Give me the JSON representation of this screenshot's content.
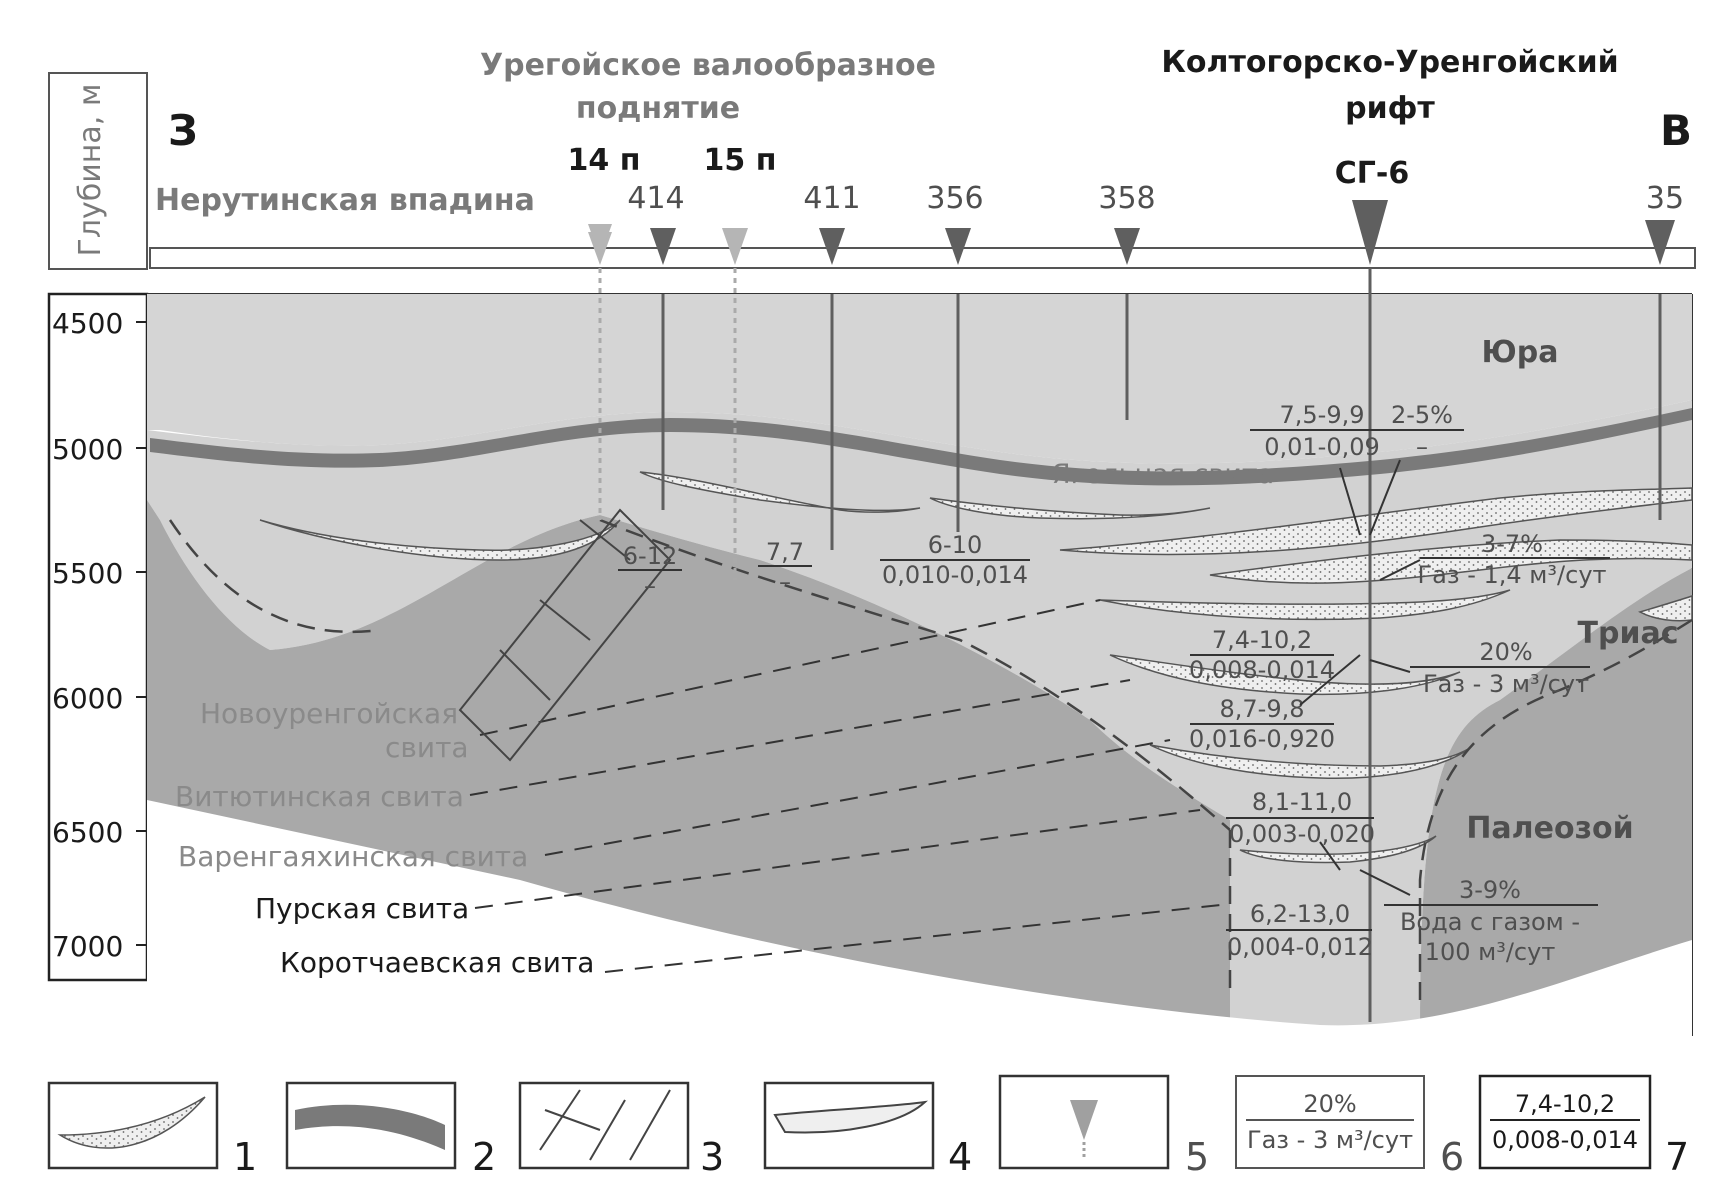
{
  "header": {
    "left_region": "Урегойское валообразное",
    "left_region_line2": "поднятие",
    "right_region": "Колтогорско-Уренгойский",
    "right_region_line2": "рифт",
    "west_letter": "З",
    "east_letter": "В",
    "left_depression": "Нерутинская впадина",
    "depth_axis_label": "Глубина, м"
  },
  "wells": [
    {
      "id": "14p",
      "label": "14 п"
    },
    {
      "id": "15p",
      "label": "15 п"
    },
    {
      "id": "414",
      "label": "414"
    },
    {
      "id": "411",
      "label": "411"
    },
    {
      "id": "356",
      "label": "356"
    },
    {
      "id": "358",
      "label": "358"
    },
    {
      "id": "sg6",
      "label": "СГ-6"
    },
    {
      "id": "35",
      "label": "35"
    }
  ],
  "depth_ticks": [
    "4500",
    "5000",
    "5500",
    "6000",
    "6500",
    "7000"
  ],
  "ages": {
    "jura": "Юра",
    "trias": "Триас",
    "paleozoi": "Палеозой"
  },
  "formations": {
    "yagelnaya": "Ягельная свита",
    "novourengoiskaya_1": "Новоуренгойская",
    "novourengoiskaya_2": "свита",
    "vityutinskaya": "Витютинская свита",
    "varengayakhinskaya": "Варенгаяхинская свита",
    "purskaya": "Пурская свита",
    "korotchaevskaya": "Коротчаевская свита"
  },
  "annotations": {
    "a1_top": "7,5-9,9",
    "a1_bot": "0,01-0,09",
    "a2_top": "2-5%",
    "a2_bot": "–",
    "a3_top": "6-12",
    "a3_bot": "–",
    "a4_top": "7,7",
    "a4_bot": "–",
    "a5_top": "6-10",
    "a5_bot": "0,010-0,014",
    "a6_top": "3-7%",
    "a6_bot": "Газ - 1,4 м³/сут",
    "a7_top": "7,4-10,2",
    "a7_bot": "0,008-0,014",
    "a8_top": "20%",
    "a8_bot": "Газ - 3 м³/сут",
    "a9_top": "8,7-9,8",
    "a9_bot": "0,016-0,920",
    "a10_top": "8,1-11,0",
    "a10_bot": "0,003-0,020",
    "a11_top": "3-9%",
    "a11_bot": "Вода с газом -",
    "a11_bot2": "100 м³/сут",
    "a12_top": "6,2-13,0",
    "a12_bot": "0,004-0,012"
  },
  "legend": [
    {
      "num": "1"
    },
    {
      "num": "2"
    },
    {
      "num": "3"
    },
    {
      "num": "4"
    },
    {
      "num": "5"
    },
    {
      "num": "6",
      "top": "20%",
      "bot": "Газ - 3 м³/сут"
    },
    {
      "num": "7",
      "top": "7,4-10,2",
      "bot": "0,008-0,014"
    }
  ],
  "colors": {
    "basement": "#a7a7a7",
    "trias_fill": "#cfcfcf",
    "jura_fill": "#dcdcdc",
    "coal_band": "#7d7d7d",
    "sand_fill": "#ededed",
    "well_dark": "#5f5f5f",
    "well_light": "#a9a9a9"
  }
}
